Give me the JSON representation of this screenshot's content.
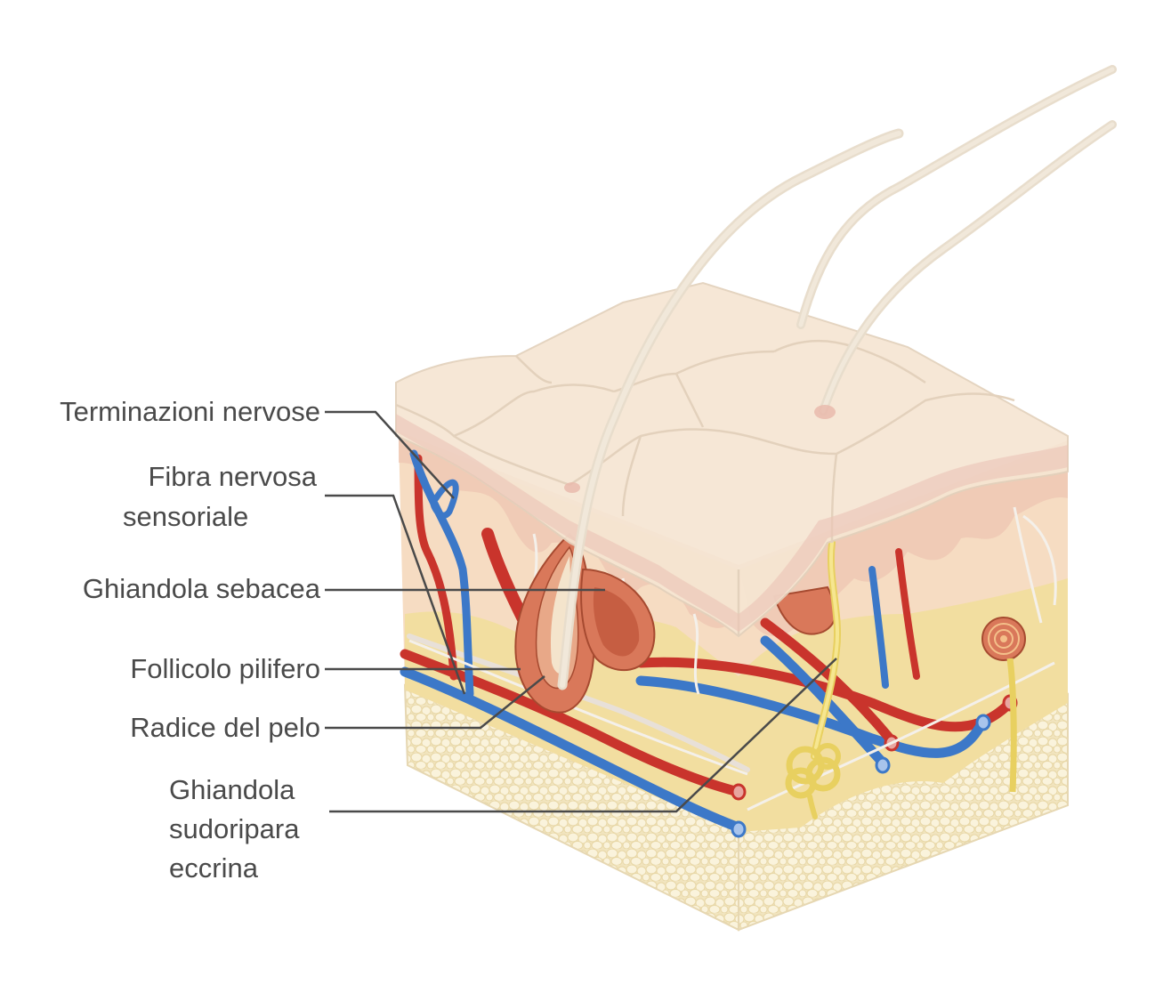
{
  "labels": {
    "terminazioni_nervose": "Terminazioni nervose",
    "fibra_nervosa_line1": "Fibra nervosa",
    "fibra_nervosa_line2": "sensoriale",
    "ghiandola_sebacea": "Ghiandola sebacea",
    "follicolo_pilifero": "Follicolo pilifero",
    "radice_del_pelo": "Radice del pelo",
    "ghiandola_sudoripara_line1": "Ghiandola",
    "ghiandola_sudoripara_line2": "sudoripara",
    "ghiandola_sudoripara_line3": "eccrina"
  },
  "colors": {
    "epidermis": "#f6e6d3",
    "dermis": "#f4dcc4",
    "dermis_pink": "#ecc4b4",
    "fat_yellow": "#f4e2a4",
    "fat_cells": "#f8f0d8",
    "artery": "#c9342c",
    "vein": "#3c78c8",
    "nerve": "#f0dd7a",
    "follicle": "#d9785a",
    "hair": "#e8dcc8",
    "leader_line": "#4a4a4a"
  }
}
